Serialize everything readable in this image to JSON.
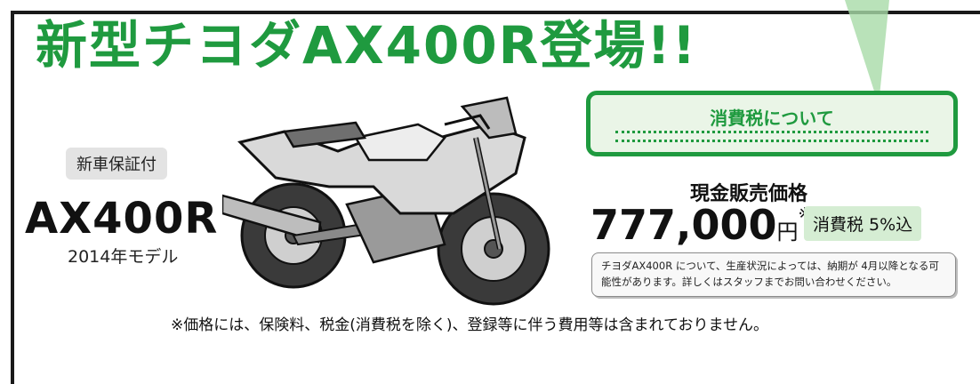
{
  "headline": "新型チヨダAX400R登場!!",
  "badge_warranty": "新車保証付",
  "model_name": "AX400R",
  "model_year": "2014年モデル",
  "tax_box": {
    "title": "消費税について"
  },
  "price": {
    "label": "現金販売価格",
    "amount": "777,000",
    "unit": "円",
    "mark": "※",
    "tax_badge": "消費税 5%込"
  },
  "note": "チヨダAX400R について、生産状況によっては、納期が 4月以降となる可能性があります。詳しくはスタッフまでお問い合わせください。",
  "footnote": "※価格には、保険料、税金(消費税を除く)、登録等に伴う費用等は含まれておりません。",
  "colors": {
    "brand_green": "#1f9a3f",
    "light_green": "#d5edd3",
    "badge_gray": "#e3e3e3"
  },
  "illustration": "motorcycle-illustration"
}
